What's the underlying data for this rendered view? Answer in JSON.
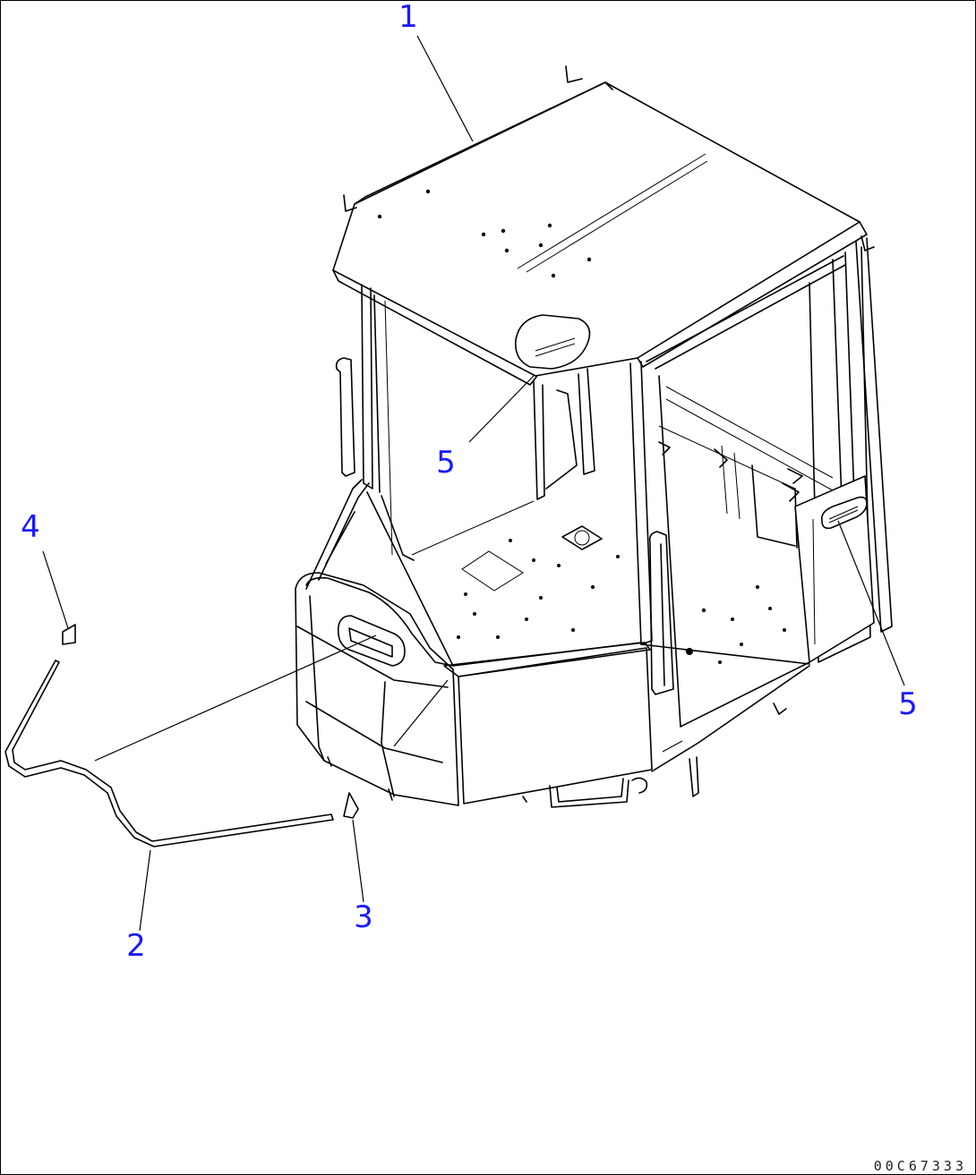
{
  "callouts": {
    "c1": "1",
    "c2": "2",
    "c3": "3",
    "c4": "4",
    "c5a": "5",
    "c5b": "5"
  },
  "document_id": "00C67333",
  "colors": {
    "callout": "#1a1aff",
    "line": "#000000",
    "background": "#ffffff"
  }
}
